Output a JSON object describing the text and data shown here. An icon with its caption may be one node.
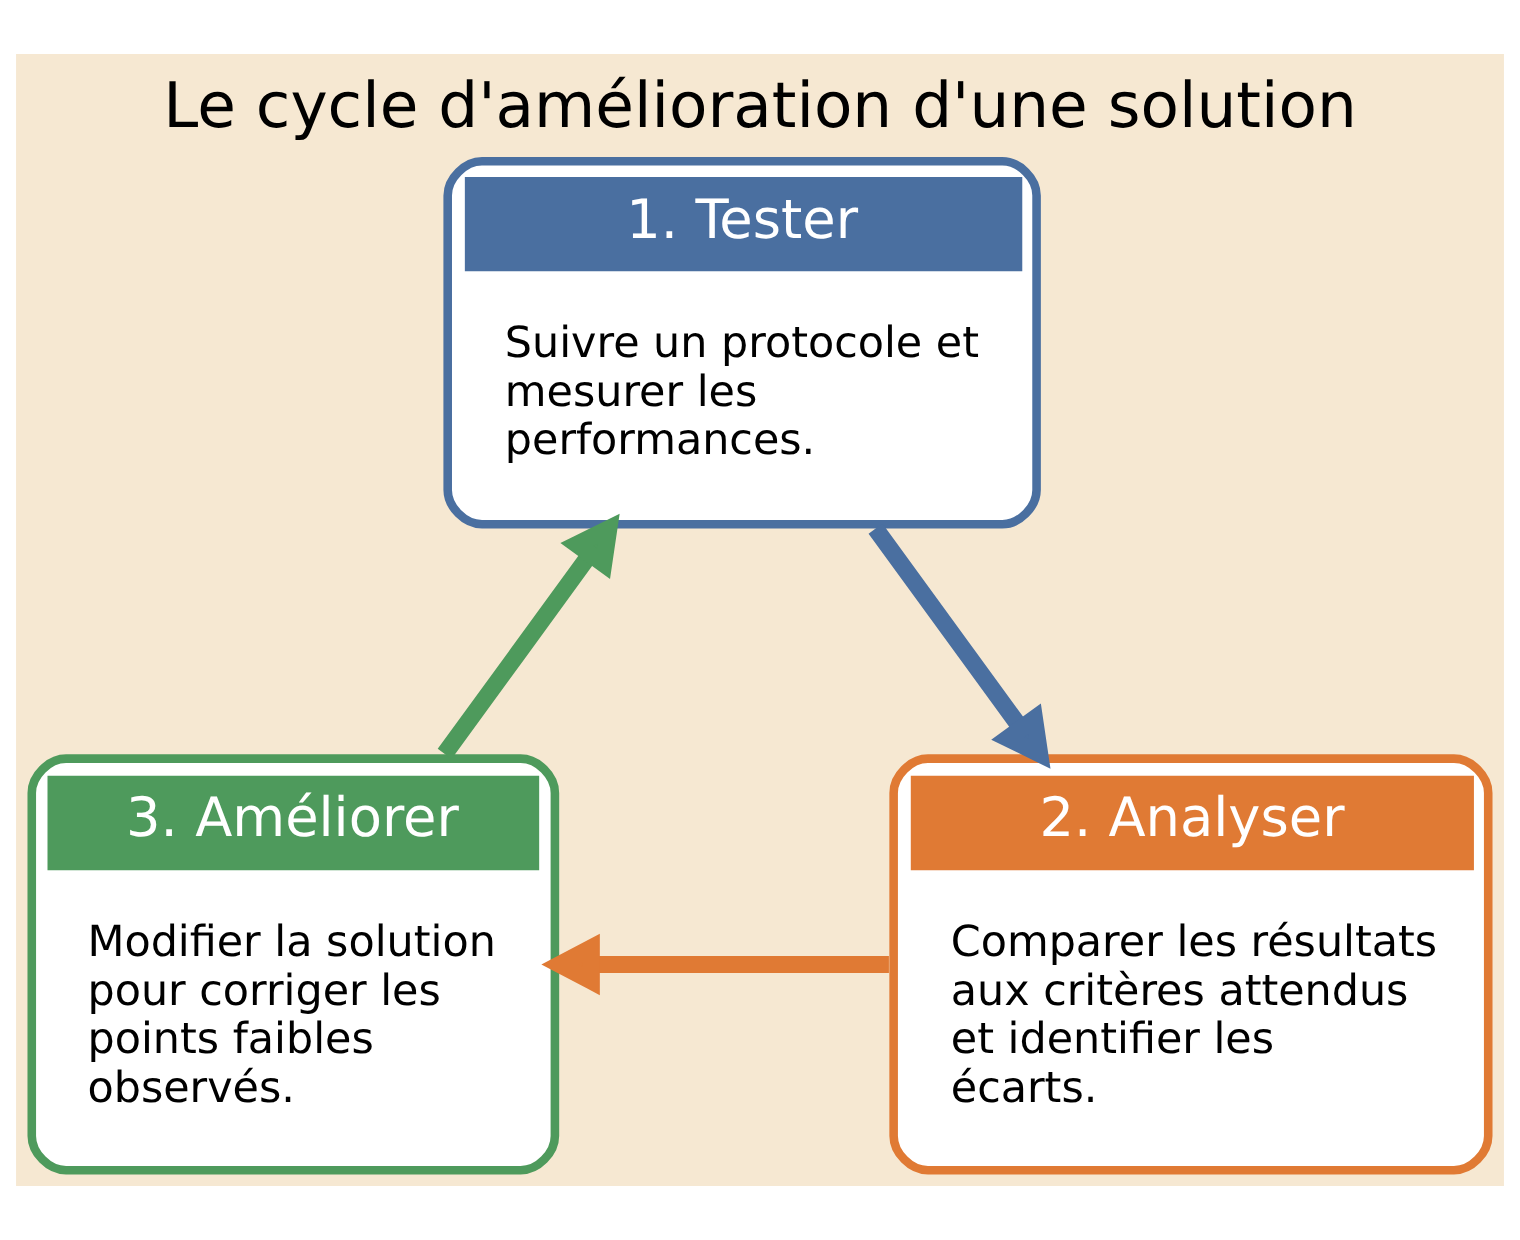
{
  "diagram": {
    "title": "Le cycle d'amélioration d'une solution",
    "nodes": [
      {
        "text": [
          "1. Tester",
          "Suivre un protocole et mesurer les performances."
        ]
      },
      {
        "text": [
          "2. Analyser",
          "Comparer les résultats aux critères attendus et identifier les écarts."
        ]
      },
      {
        "text": [
          "3. Améliorer",
          "Modifier la solution pour corriger les points faibles observés."
        ]
      }
    ],
    "edges": [
      {
        "from": 0,
        "to": 1,
        "arrow": "to",
        "color": "#4a6fa0"
      },
      {
        "from": 1,
        "to": 2,
        "arrow": "to",
        "color": "#e07a34"
      },
      {
        "from": 2,
        "to": 0,
        "arrow": "to",
        "color": "#4e9a5c"
      }
    ]
  }
}
